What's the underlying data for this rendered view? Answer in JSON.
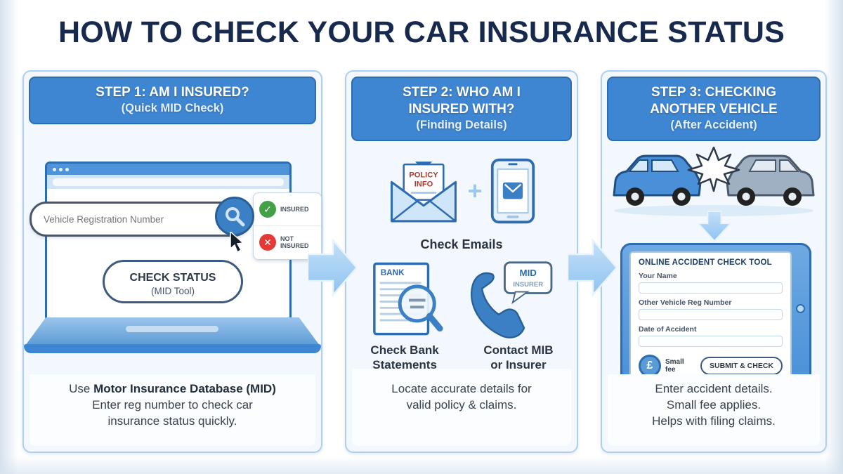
{
  "title": "HOW TO CHECK YOUR CAR INSURANCE STATUS",
  "colors": {
    "title_navy": "#172a4d",
    "header_blue": "#3f86d2",
    "header_border": "#2e6cb2",
    "panel_bg": "#f2f8fd",
    "panel_border": "#aecff0",
    "accent_blue": "#3b7fc4",
    "light_arrow_blue": "#9ccaf1",
    "success_green": "#43a047",
    "error_red": "#e53935"
  },
  "icons": {
    "insured_check": "✓",
    "not_insured_cross": "✕",
    "search": "magnifier",
    "cursor": "arrow-pointer",
    "envelope": "open-envelope-with-letter",
    "phone_mail": "smartphone-with-email",
    "bank_statement": "document-with-magnifier",
    "handset": "phone-handset-with-speech-bubble",
    "car_crash": "two-cars-collision",
    "flow_arrow": "arrow-right",
    "down_arrow": "arrow-down"
  },
  "step1": {
    "header": {
      "line1": "STEP 1: AM I INSURED?",
      "line2": "(Quick MID Check)"
    },
    "search_placeholder": "Vehicle Registration Number",
    "insured_label": "INSURED",
    "not_insured_label": "NOT INSURED",
    "check_button": {
      "line1": "CHECK STATUS",
      "line2": "(MID Tool)"
    },
    "caption": {
      "use": "Use ",
      "bold": "Motor Insurance Database (MID)",
      "line2": "Enter reg number to check car",
      "line3": "insurance status quickly."
    }
  },
  "step2": {
    "header": {
      "line1": "STEP 2: WHO AM I",
      "line2": "INSURED WITH?",
      "line3": "(Finding Details)"
    },
    "envelope": {
      "line1": "POLICY",
      "line2": "INFO"
    },
    "plus": "+",
    "check_emails_label": "Check Emails",
    "bank_label": "BANK",
    "bank_caption": {
      "line1": "Check Bank",
      "line2": "Statements"
    },
    "bubble": {
      "line1": "MID",
      "line2": "INSURER"
    },
    "contact_caption": {
      "line1": "Contact MIB",
      "line2": "or Insurer"
    },
    "caption": {
      "line1": "Locate accurate details for",
      "line2": "valid policy & claims."
    }
  },
  "step3": {
    "header": {
      "line1": "STEP 3: CHECKING",
      "line2": "ANOTHER VEHICLE",
      "line3": "(After Accident)"
    },
    "form": {
      "title": "ONLINE ACCIDENT CHECK TOOL",
      "fields": [
        {
          "label": "Your Name"
        },
        {
          "label": "Other Vehicle Reg Number"
        },
        {
          "label": "Date of Accident"
        }
      ],
      "fee_symbol": "£",
      "fee": {
        "line1": "Small",
        "line2": "fee"
      },
      "submit_label": "SUBMIT & CHECK"
    },
    "caption": {
      "line1": "Enter accident details.",
      "line2": "Small fee applies.",
      "line3": "Helps with filing claims."
    }
  }
}
